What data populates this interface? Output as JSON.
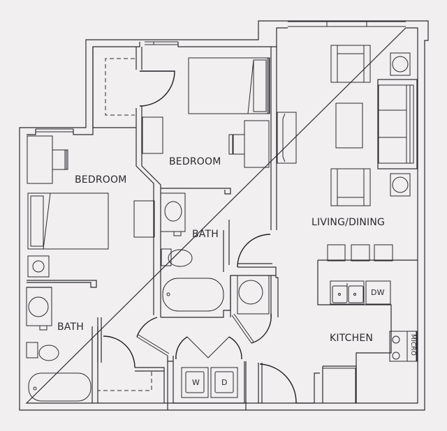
{
  "plan": {
    "background": "#f1eff0",
    "line_color": "#2a2a2e",
    "rooms": {
      "bedroom_left": "BEDROOM",
      "bedroom_right": "BEDROOM",
      "bath_left": "BATH",
      "bath_right": "BATH",
      "living_dining": "LIVING/DINING",
      "kitchen": "KITCHEN"
    },
    "fixtures": {
      "washer": "W",
      "dryer": "D",
      "dishwasher": "DW",
      "microwave": "MICRO"
    }
  }
}
